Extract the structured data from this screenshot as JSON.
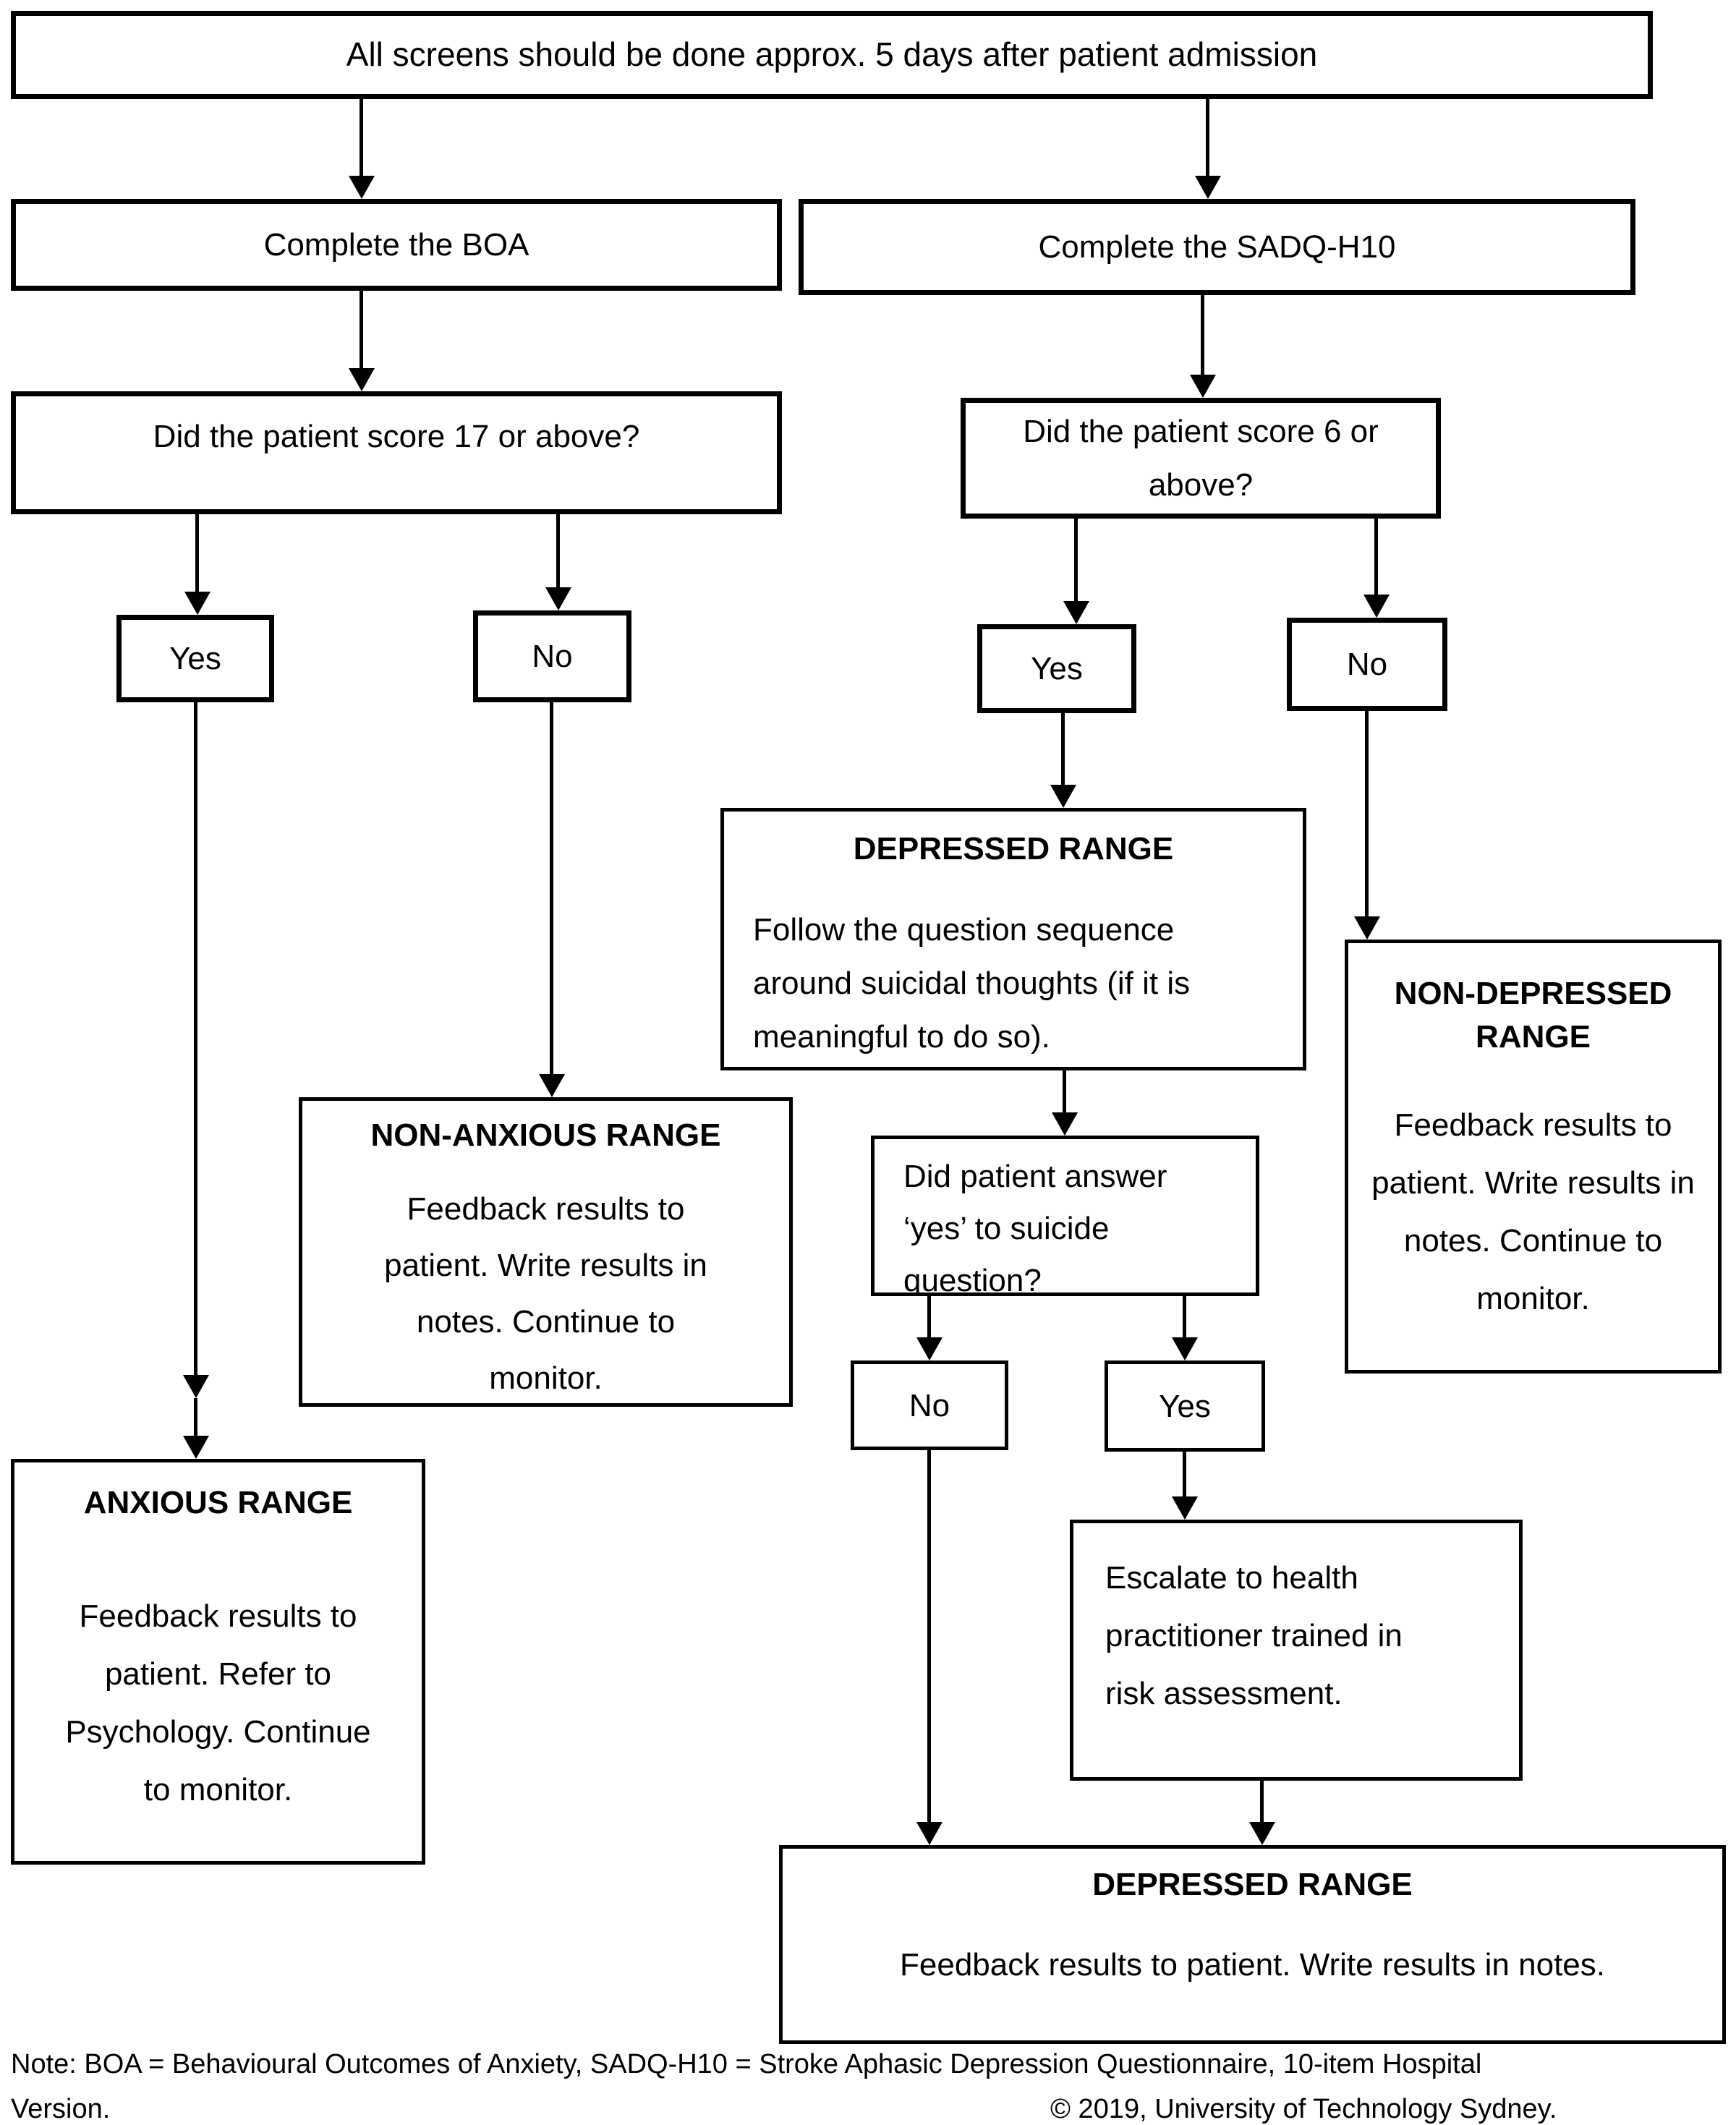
{
  "page": {
    "background": "#ffffff",
    "line_color": "#000000",
    "text_color": "#000000"
  },
  "flowchart": {
    "header": "All screens should be done approx. 5 days after patient admission",
    "boa": {
      "complete_label": "Complete the BOA",
      "score_question": "Did the patient score 17 or above?",
      "yes_label": "Yes",
      "no_label": "No",
      "anxious_range": {
        "title": "ANXIOUS RANGE",
        "body": "Feedback results to patient. Refer to Psychology. Continue to monitor."
      },
      "non_anxious_range": {
        "title": "NON-ANXIOUS RANGE",
        "body": "Feedback results to patient. Write results in notes. Continue to monitor."
      }
    },
    "sadq": {
      "complete_label": "Complete the SADQ-H10",
      "score_question": "Did the patient score 6 or above?",
      "yes_label": "Yes",
      "no_label": "No",
      "depressed_range": {
        "title": "DEPRESSED RANGE",
        "body": "Follow the question sequence around suicidal thoughts (if it is meaningful to do so)."
      },
      "non_depressed_range": {
        "title": "NON-DEPRESSED RANGE",
        "body": "Feedback results to patient. Write results in notes. Continue to monitor."
      },
      "suicide_question": "Did patient answer ‘yes’ to suicide question?",
      "suicide_no_label": "No",
      "suicide_yes_label": "Yes",
      "escalate": "Escalate to health practitioner trained in risk assessment.",
      "final_depressed_range": {
        "title": "DEPRESSED RANGE",
        "body": "Feedback results to patient. Write results in notes."
      }
    },
    "footnote": {
      "line1": "Note: BOA = Behavioural Outcomes of Anxiety, SADQ-H10 = Stroke Aphasic Depression Questionnaire, 10-item Hospital",
      "line2": "Version.",
      "copyright": "© 2019, University of Technology Sydney."
    }
  }
}
